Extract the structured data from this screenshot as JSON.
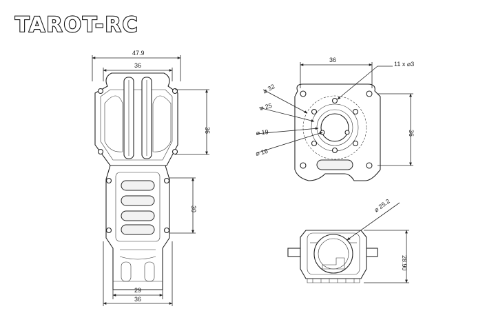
{
  "logo": {
    "text": "TAROT-RC"
  },
  "left_view": {
    "dim_top_outer": "47.9",
    "dim_top_inner": "36",
    "dim_right_upper": "36",
    "dim_right_lower": "30",
    "dim_bottom_inner": "29",
    "dim_bottom_outer": "36"
  },
  "right_top_view": {
    "dim_top": "36",
    "dim_right": "36",
    "hole_callout": "11 x ⌀3",
    "dia_32": "⌀ 32",
    "dia_25": "⌀ 25",
    "dia_19": "⌀ 19",
    "dia_16": "⌀ 16"
  },
  "right_bottom_view": {
    "dia_252": "⌀ 25.2",
    "dim_height": "28.90"
  }
}
